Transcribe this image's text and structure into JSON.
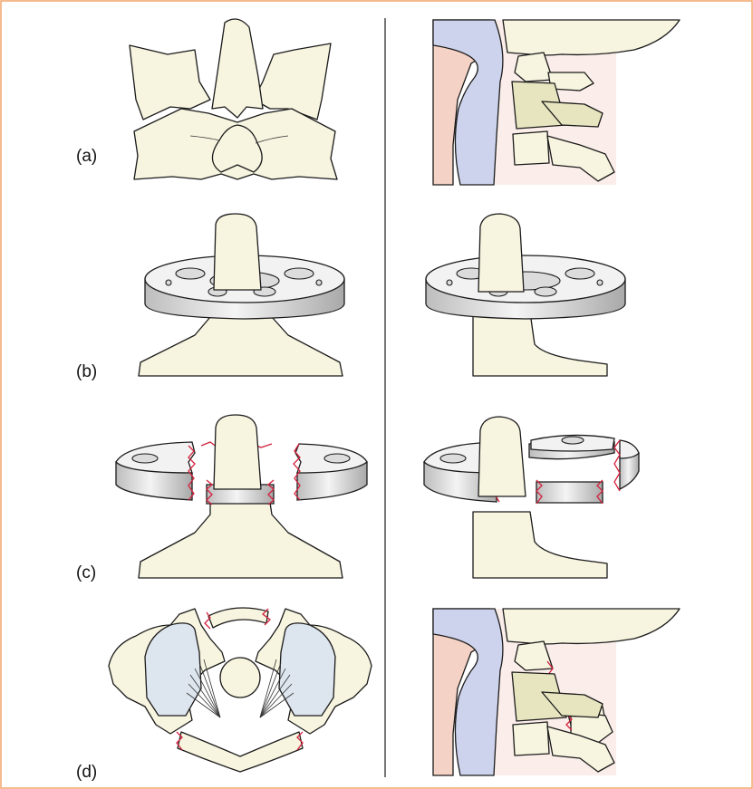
{
  "figure": {
    "border_color": "#f4a46a",
    "divider_color": "#1b1b1b",
    "colors": {
      "bone": "#f7f4df",
      "bone_shaded": "#e7e5bf",
      "fracture_line": "#d4213d",
      "skin": "#f5d2c6",
      "airway": "#cdd3ec",
      "cartilage": "#dde6ee",
      "ring": "#e8e8e8"
    }
  },
  "panels": [
    {
      "label": "(a)"
    },
    {
      "label": "(b)"
    },
    {
      "label": "(c)"
    },
    {
      "label": "(d)"
    }
  ]
}
